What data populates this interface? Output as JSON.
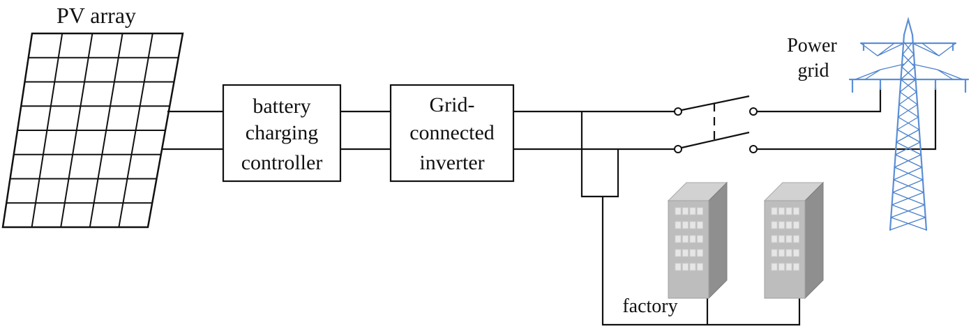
{
  "labels": {
    "pv_array": "PV array",
    "controller": [
      "battery",
      "charging",
      "controller"
    ],
    "inverter": [
      "Grid-",
      "connected",
      "inverter"
    ],
    "power_grid": [
      "Power",
      "grid"
    ],
    "factory": "factory"
  },
  "colors": {
    "line": "#111111",
    "tower": "#5b8fd6",
    "building_front": "#bdbdbd",
    "building_side": "#8f8f8f",
    "building_top": "#d2d2d2",
    "window": "#e6e6e6"
  },
  "icons": {
    "pv": "solar-panel-icon",
    "switch": "double-pole-switch-icon",
    "tower": "transmission-tower-icon",
    "building": "factory-building-icon"
  }
}
